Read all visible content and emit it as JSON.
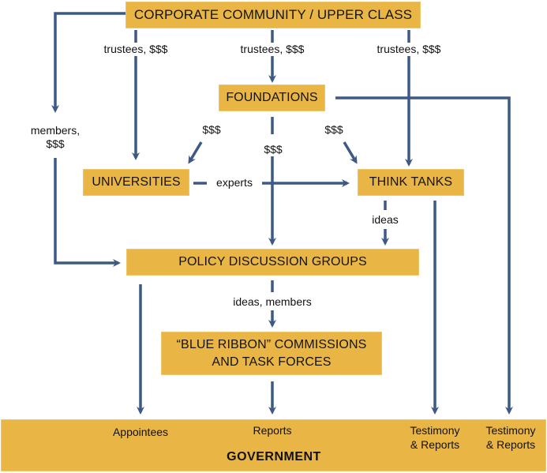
{
  "colors": {
    "box_fill": "#e9b545",
    "arrow": "#3d5a85",
    "text": "#141414"
  },
  "nodes": {
    "corporate": "CORPORATE COMMUNITY / UPPER CLASS",
    "foundations": "FOUNDATIONS",
    "universities": "UNIVERSITIES",
    "think_tanks": "THINK TANKS",
    "policy_groups": "POLICY DISCUSSION GROUPS",
    "blue_ribbon_line1": "“BLUE RIBBON” COMMISSIONS",
    "blue_ribbon_line2": "AND TASK FORCES",
    "government": "GOVERNMENT"
  },
  "edge_labels": {
    "corp_to_univ": "trustees, $$$",
    "corp_to_found": "trustees, $$$",
    "corp_to_tt": "trustees, $$$",
    "corp_to_policy_line1": "members,",
    "corp_to_policy_line2": "$$$",
    "found_to_univ": "$$$",
    "found_to_policy": "$$$",
    "found_to_tt": "$$$",
    "univ_to_tt": "experts",
    "tt_to_policy": "ideas",
    "policy_to_blue": "ideas, members"
  },
  "government_inputs": {
    "appointees": "Appointees",
    "reports": "Reports",
    "testimony_1_line1": "Testimony",
    "testimony_1_line2": "& Reports",
    "testimony_2_line1": "Testimony",
    "testimony_2_line2": "& Reports"
  }
}
